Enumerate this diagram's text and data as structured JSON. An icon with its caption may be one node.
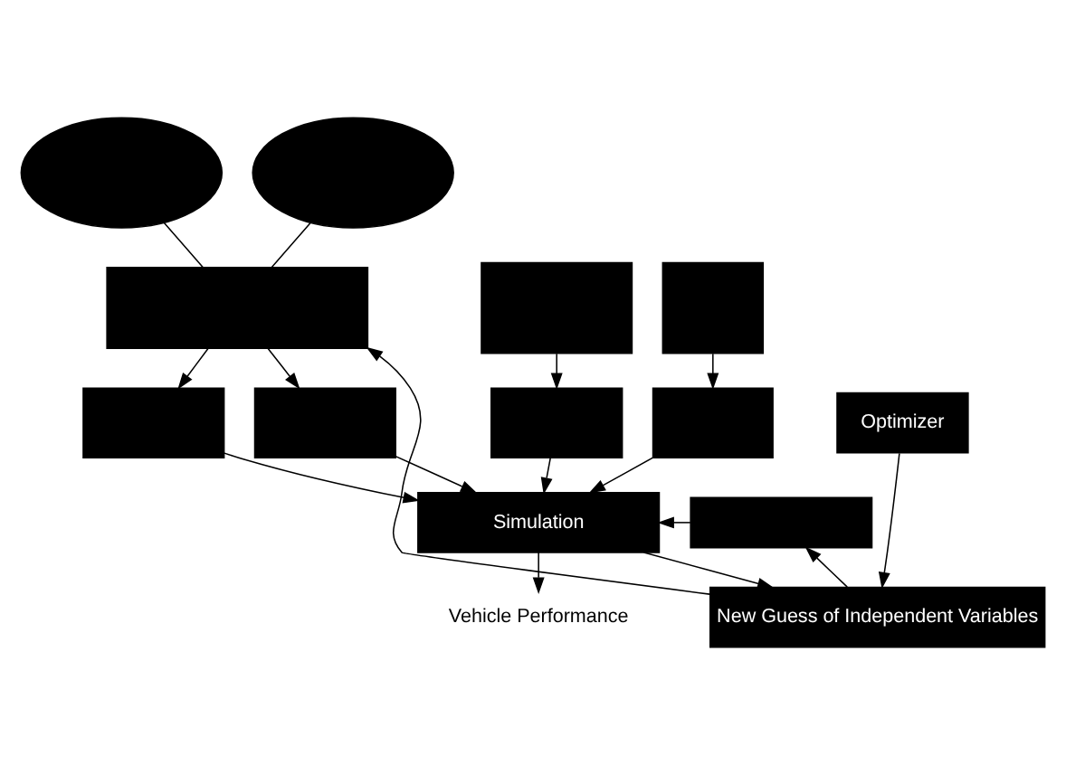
{
  "diagram": {
    "nodes": [
      {
        "text": [],
        "shape": "ellipse"
      },
      {
        "text": [],
        "shape": "ellipse"
      },
      {
        "text": [],
        "shape": "box"
      },
      {
        "text": [],
        "shape": "box"
      },
      {
        "text": [],
        "shape": "box"
      },
      {
        "text": [],
        "shape": "box"
      },
      {
        "text": [],
        "shape": "box"
      },
      {
        "text": [],
        "shape": "box"
      },
      {
        "text": [],
        "shape": "box"
      },
      {
        "text": [
          "Simulation"
        ]
      },
      {
        "text": [],
        "shape": "box"
      },
      {
        "text": [
          "Optimizer"
        ]
      },
      {
        "text": [
          "New Guess of Independent Variables"
        ]
      },
      {
        "text": [
          "Vehicle Performance"
        ]
      }
    ],
    "edges": [
      {
        "from": 0,
        "to": 2,
        "arrow": "none"
      },
      {
        "from": 1,
        "to": 2,
        "arrow": "none"
      },
      {
        "from": 2,
        "to": 5,
        "arrow": "to"
      },
      {
        "from": 2,
        "to": 6,
        "arrow": "to"
      },
      {
        "from": 3,
        "to": 7,
        "arrow": "to"
      },
      {
        "from": 4,
        "to": 8,
        "arrow": "to"
      },
      {
        "from": 5,
        "to": 9,
        "arrow": "to"
      },
      {
        "from": 6,
        "to": 9,
        "arrow": "to"
      },
      {
        "from": 7,
        "to": 9,
        "arrow": "to"
      },
      {
        "from": 8,
        "to": 9,
        "arrow": "to"
      },
      {
        "from": 10,
        "to": 9,
        "arrow": "to"
      },
      {
        "from": 9,
        "to": 12,
        "arrow": "to"
      },
      {
        "from": 11,
        "to": 12,
        "arrow": "to"
      },
      {
        "from": 12,
        "to": 10,
        "arrow": "to"
      },
      {
        "from": 9,
        "to": 13,
        "arrow": "to"
      },
      {
        "from": 12,
        "to": 2,
        "arrow": "to"
      }
    ]
  }
}
